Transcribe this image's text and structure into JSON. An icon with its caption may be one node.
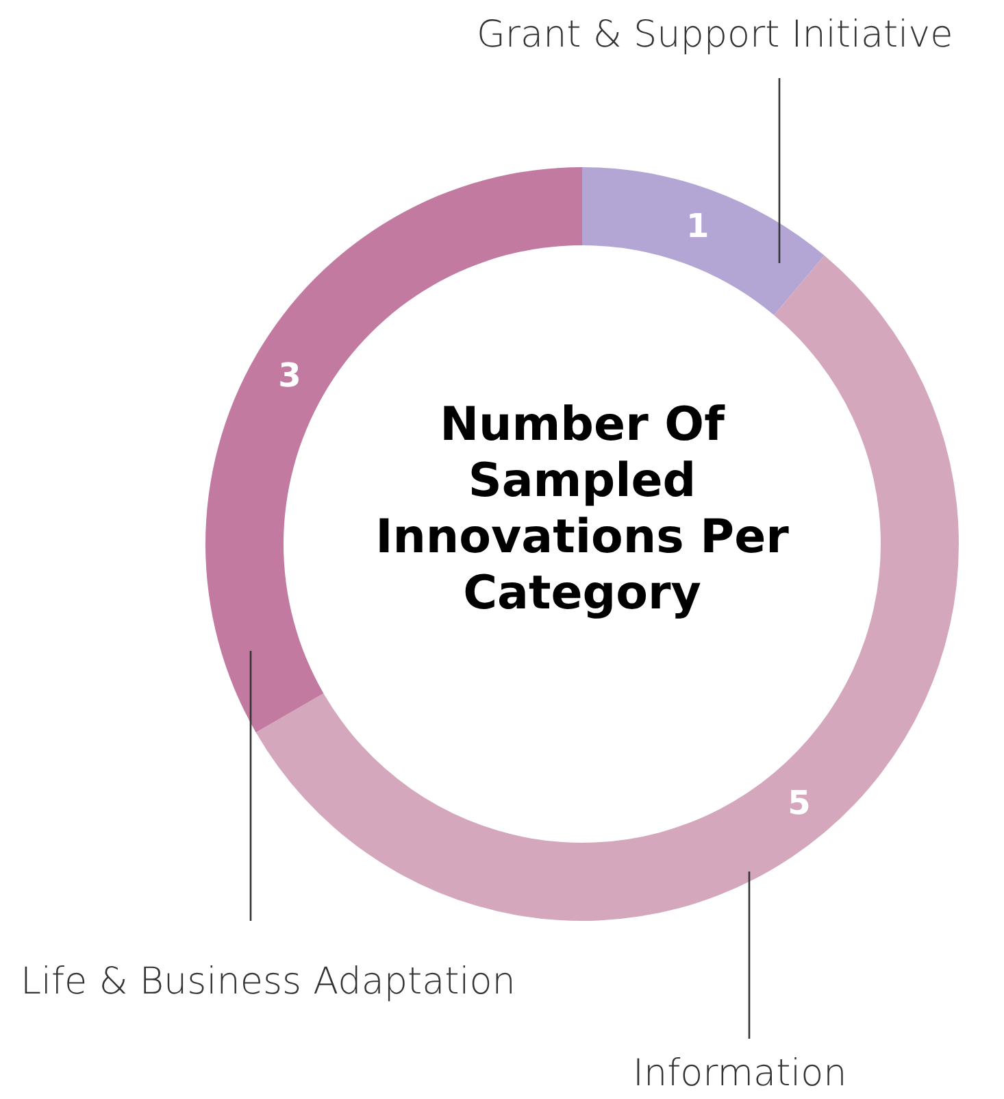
{
  "diagram": {
    "chart_data": {
      "type": "donut",
      "title": "Number Of Sampled Innovations Per Category",
      "categories": [
        "Grant & Support Initiative",
        "Information",
        "Life & Business Adaptation"
      ],
      "series": [
        {
          "values": [
            1,
            5,
            3
          ]
        }
      ],
      "data_labels": true
    }
  }
}
